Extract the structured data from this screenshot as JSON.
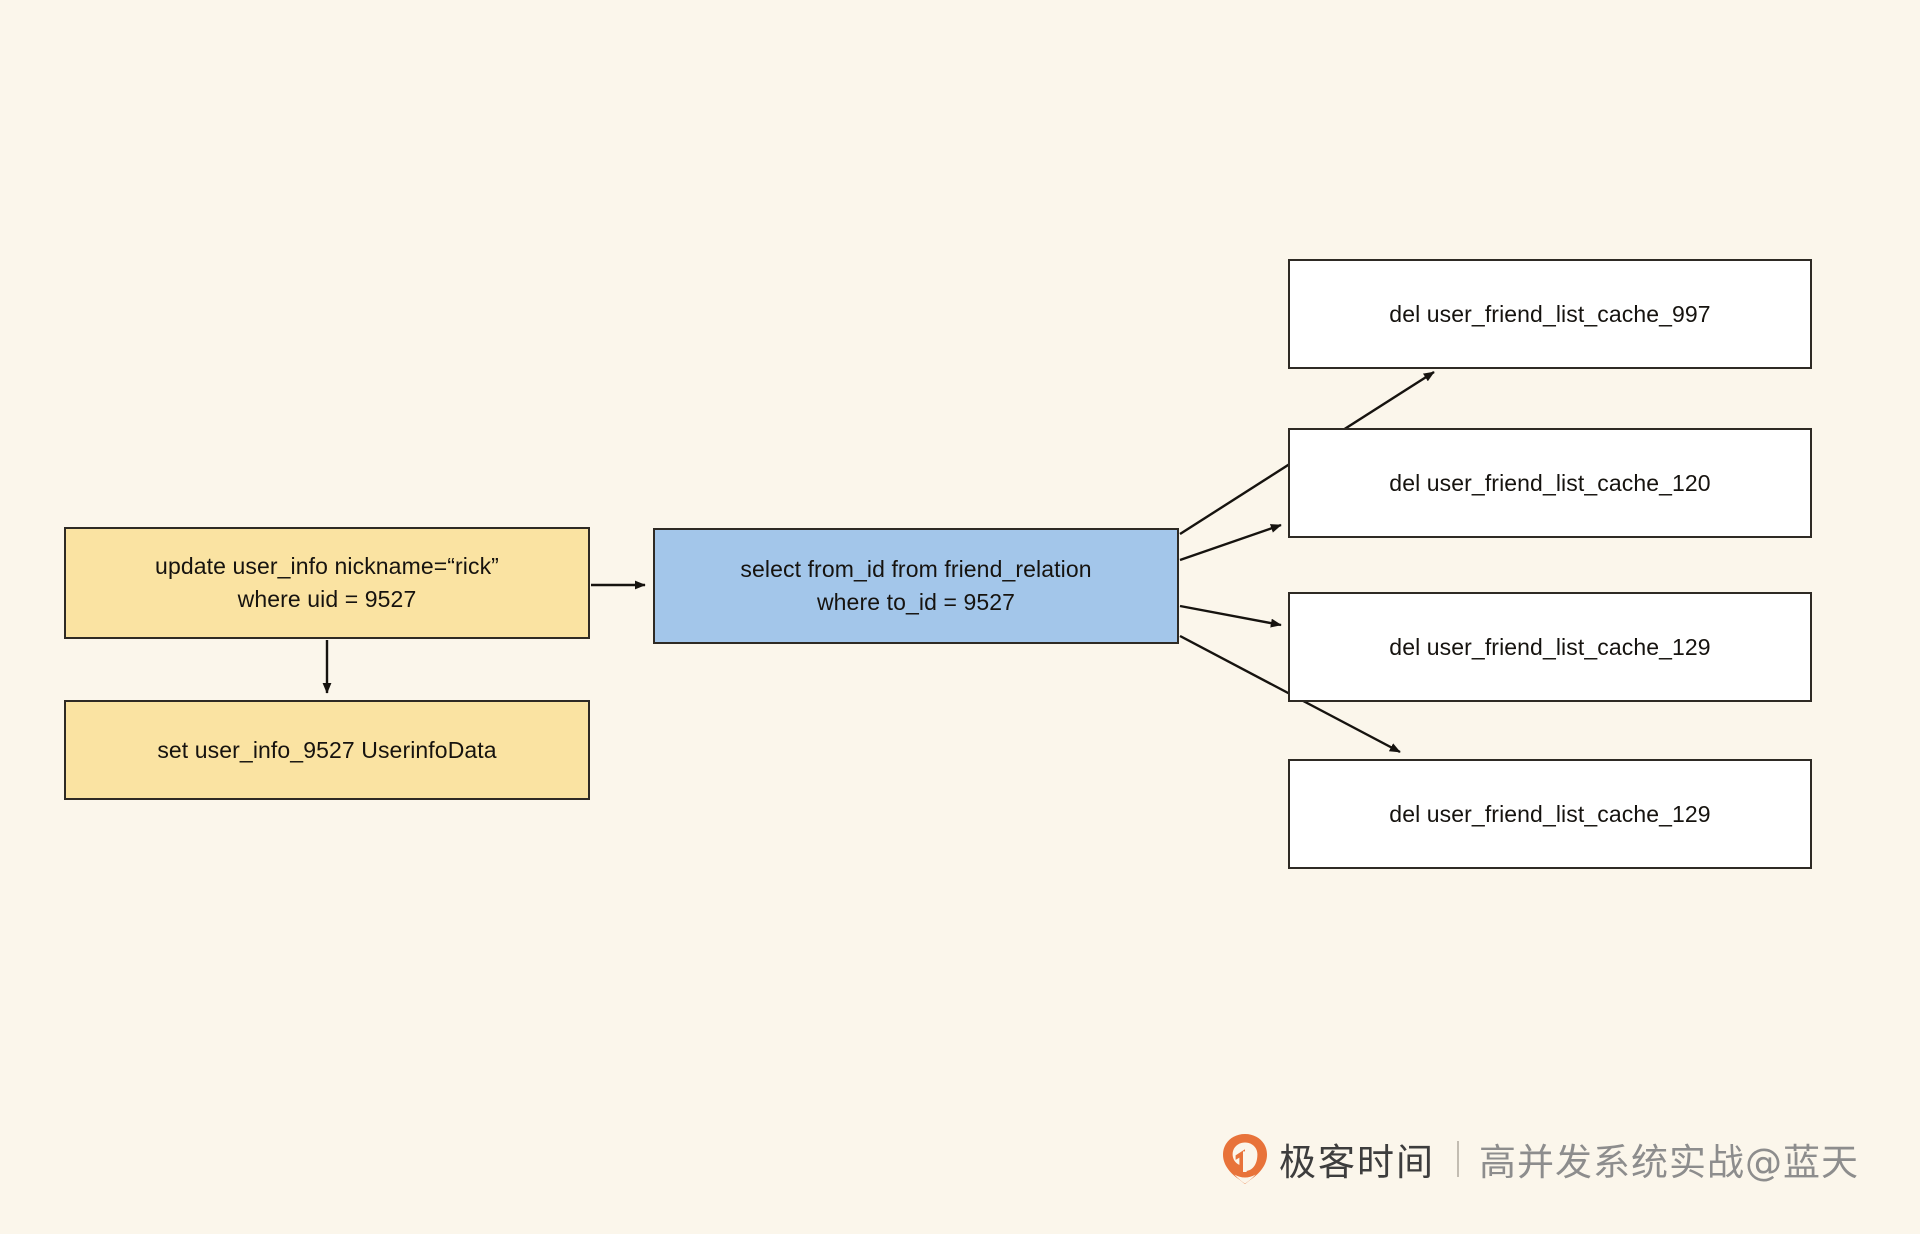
{
  "diagram": {
    "type": "flow-diagram",
    "background_color": "#FBF6EB",
    "nodes": [
      {
        "id": "update",
        "label": "update user_info nickname=“rick”\nwhere uid = 9527",
        "fill": "#FAE3A2",
        "stroke": "#2e2a24",
        "shape": "rectangle"
      },
      {
        "id": "set_cache",
        "label": "set user_info_9527  UserinfoData",
        "fill": "#FAE3A2",
        "stroke": "#2e2a24",
        "shape": "rectangle"
      },
      {
        "id": "select",
        "label": "select from_id from friend_relation\nwhere to_id = 9527",
        "fill": "#A3C6EA",
        "stroke": "#2e2a24",
        "shape": "rectangle"
      },
      {
        "id": "del_997",
        "label": "del user_friend_list_cache_997",
        "fill": "#FFFFFF",
        "stroke": "#2e2a24",
        "shape": "rectangle"
      },
      {
        "id": "del_120",
        "label": "del user_friend_list_cache_120",
        "fill": "#FFFFFF",
        "stroke": "#2e2a24",
        "shape": "rectangle"
      },
      {
        "id": "del_129_a",
        "label": "del user_friend_list_cache_129",
        "fill": "#FFFFFF",
        "stroke": "#2e2a24",
        "shape": "rectangle"
      },
      {
        "id": "del_129_b",
        "label": "del user_friend_list_cache_129",
        "fill": "#FFFFFF",
        "stroke": "#2e2a24",
        "shape": "rectangle"
      }
    ],
    "edges": [
      {
        "from": "update",
        "to": "select",
        "style": "arrow",
        "direction": "right"
      },
      {
        "from": "update",
        "to": "set_cache",
        "style": "arrow",
        "direction": "down"
      },
      {
        "from": "select",
        "to": "del_997",
        "style": "arrow",
        "direction": "up-right"
      },
      {
        "from": "select",
        "to": "del_120",
        "style": "arrow",
        "direction": "up-right"
      },
      {
        "from": "select",
        "to": "del_129_a",
        "style": "arrow",
        "direction": "right"
      },
      {
        "from": "select",
        "to": "del_129_b",
        "style": "arrow",
        "direction": "down-right"
      }
    ]
  },
  "footer": {
    "logo_icon": "geek-time-drop-logo-icon",
    "logo_color": "#E8733A",
    "brand": "极客时间",
    "divider": "|",
    "subtitle": "高并发系统实战@蓝天"
  }
}
